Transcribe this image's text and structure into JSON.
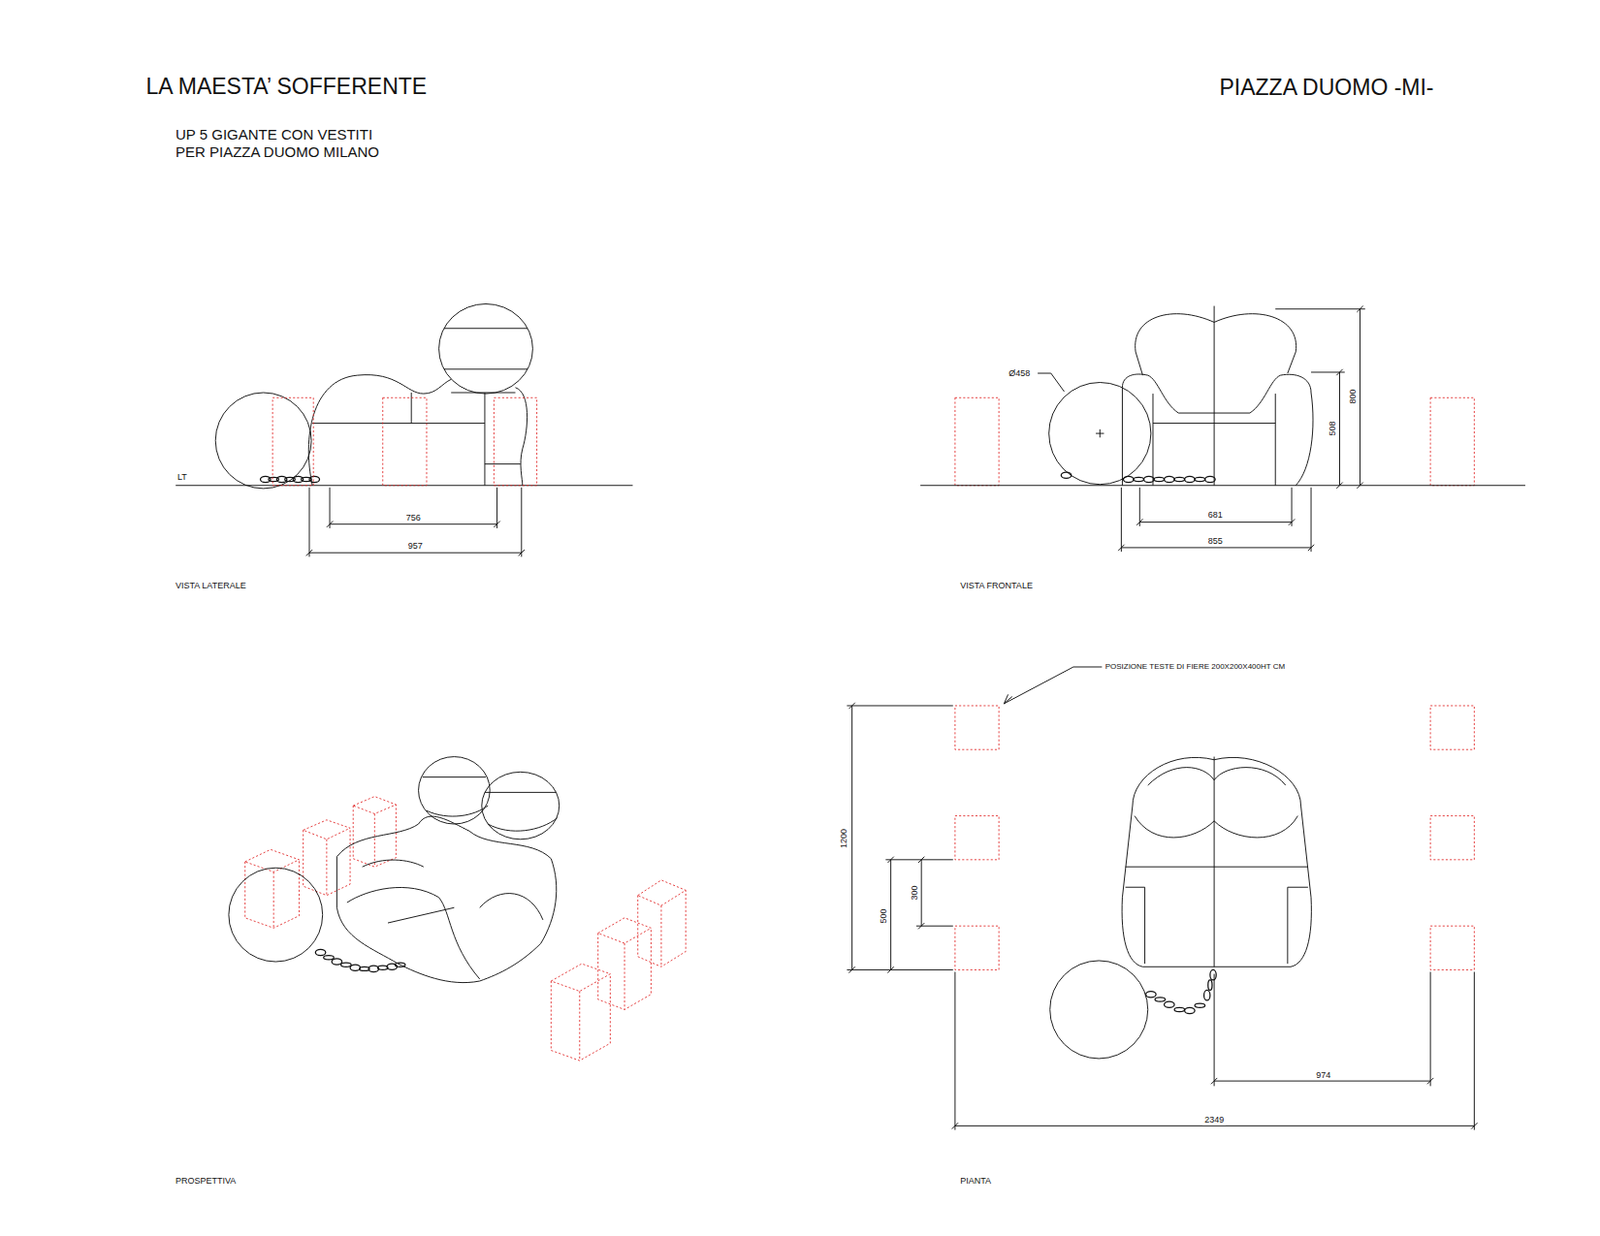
{
  "diagram": {
    "title": "LA MAESTA’ SOFFERENTE",
    "labels": [
      "PIAZZA DUOMO -MI-",
      "UP 5 GIGANTE CON VESTITI PER PIAZZA DUOMO MILANO",
      "LT",
      "756",
      "957",
      "VISTA LATERALE",
      "Ø458",
      "681",
      "855",
      "508",
      "800",
      "VISTA FRONTALE",
      "POSIZIONE TESTE DI FIERE 200X200X400HT CM",
      "1200",
      "500",
      "300",
      "974",
      "2349",
      "PROSPETTIVA",
      "PIANTA"
    ]
  }
}
